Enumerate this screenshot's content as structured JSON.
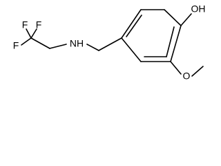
{
  "molecule": {
    "atoms": {
      "fluorine_top_left": "F",
      "fluorine_top_right": "F",
      "fluorine_left": "F",
      "amine": "NH",
      "hydroxyl": "OH",
      "methoxy_oxygen": "O"
    }
  }
}
